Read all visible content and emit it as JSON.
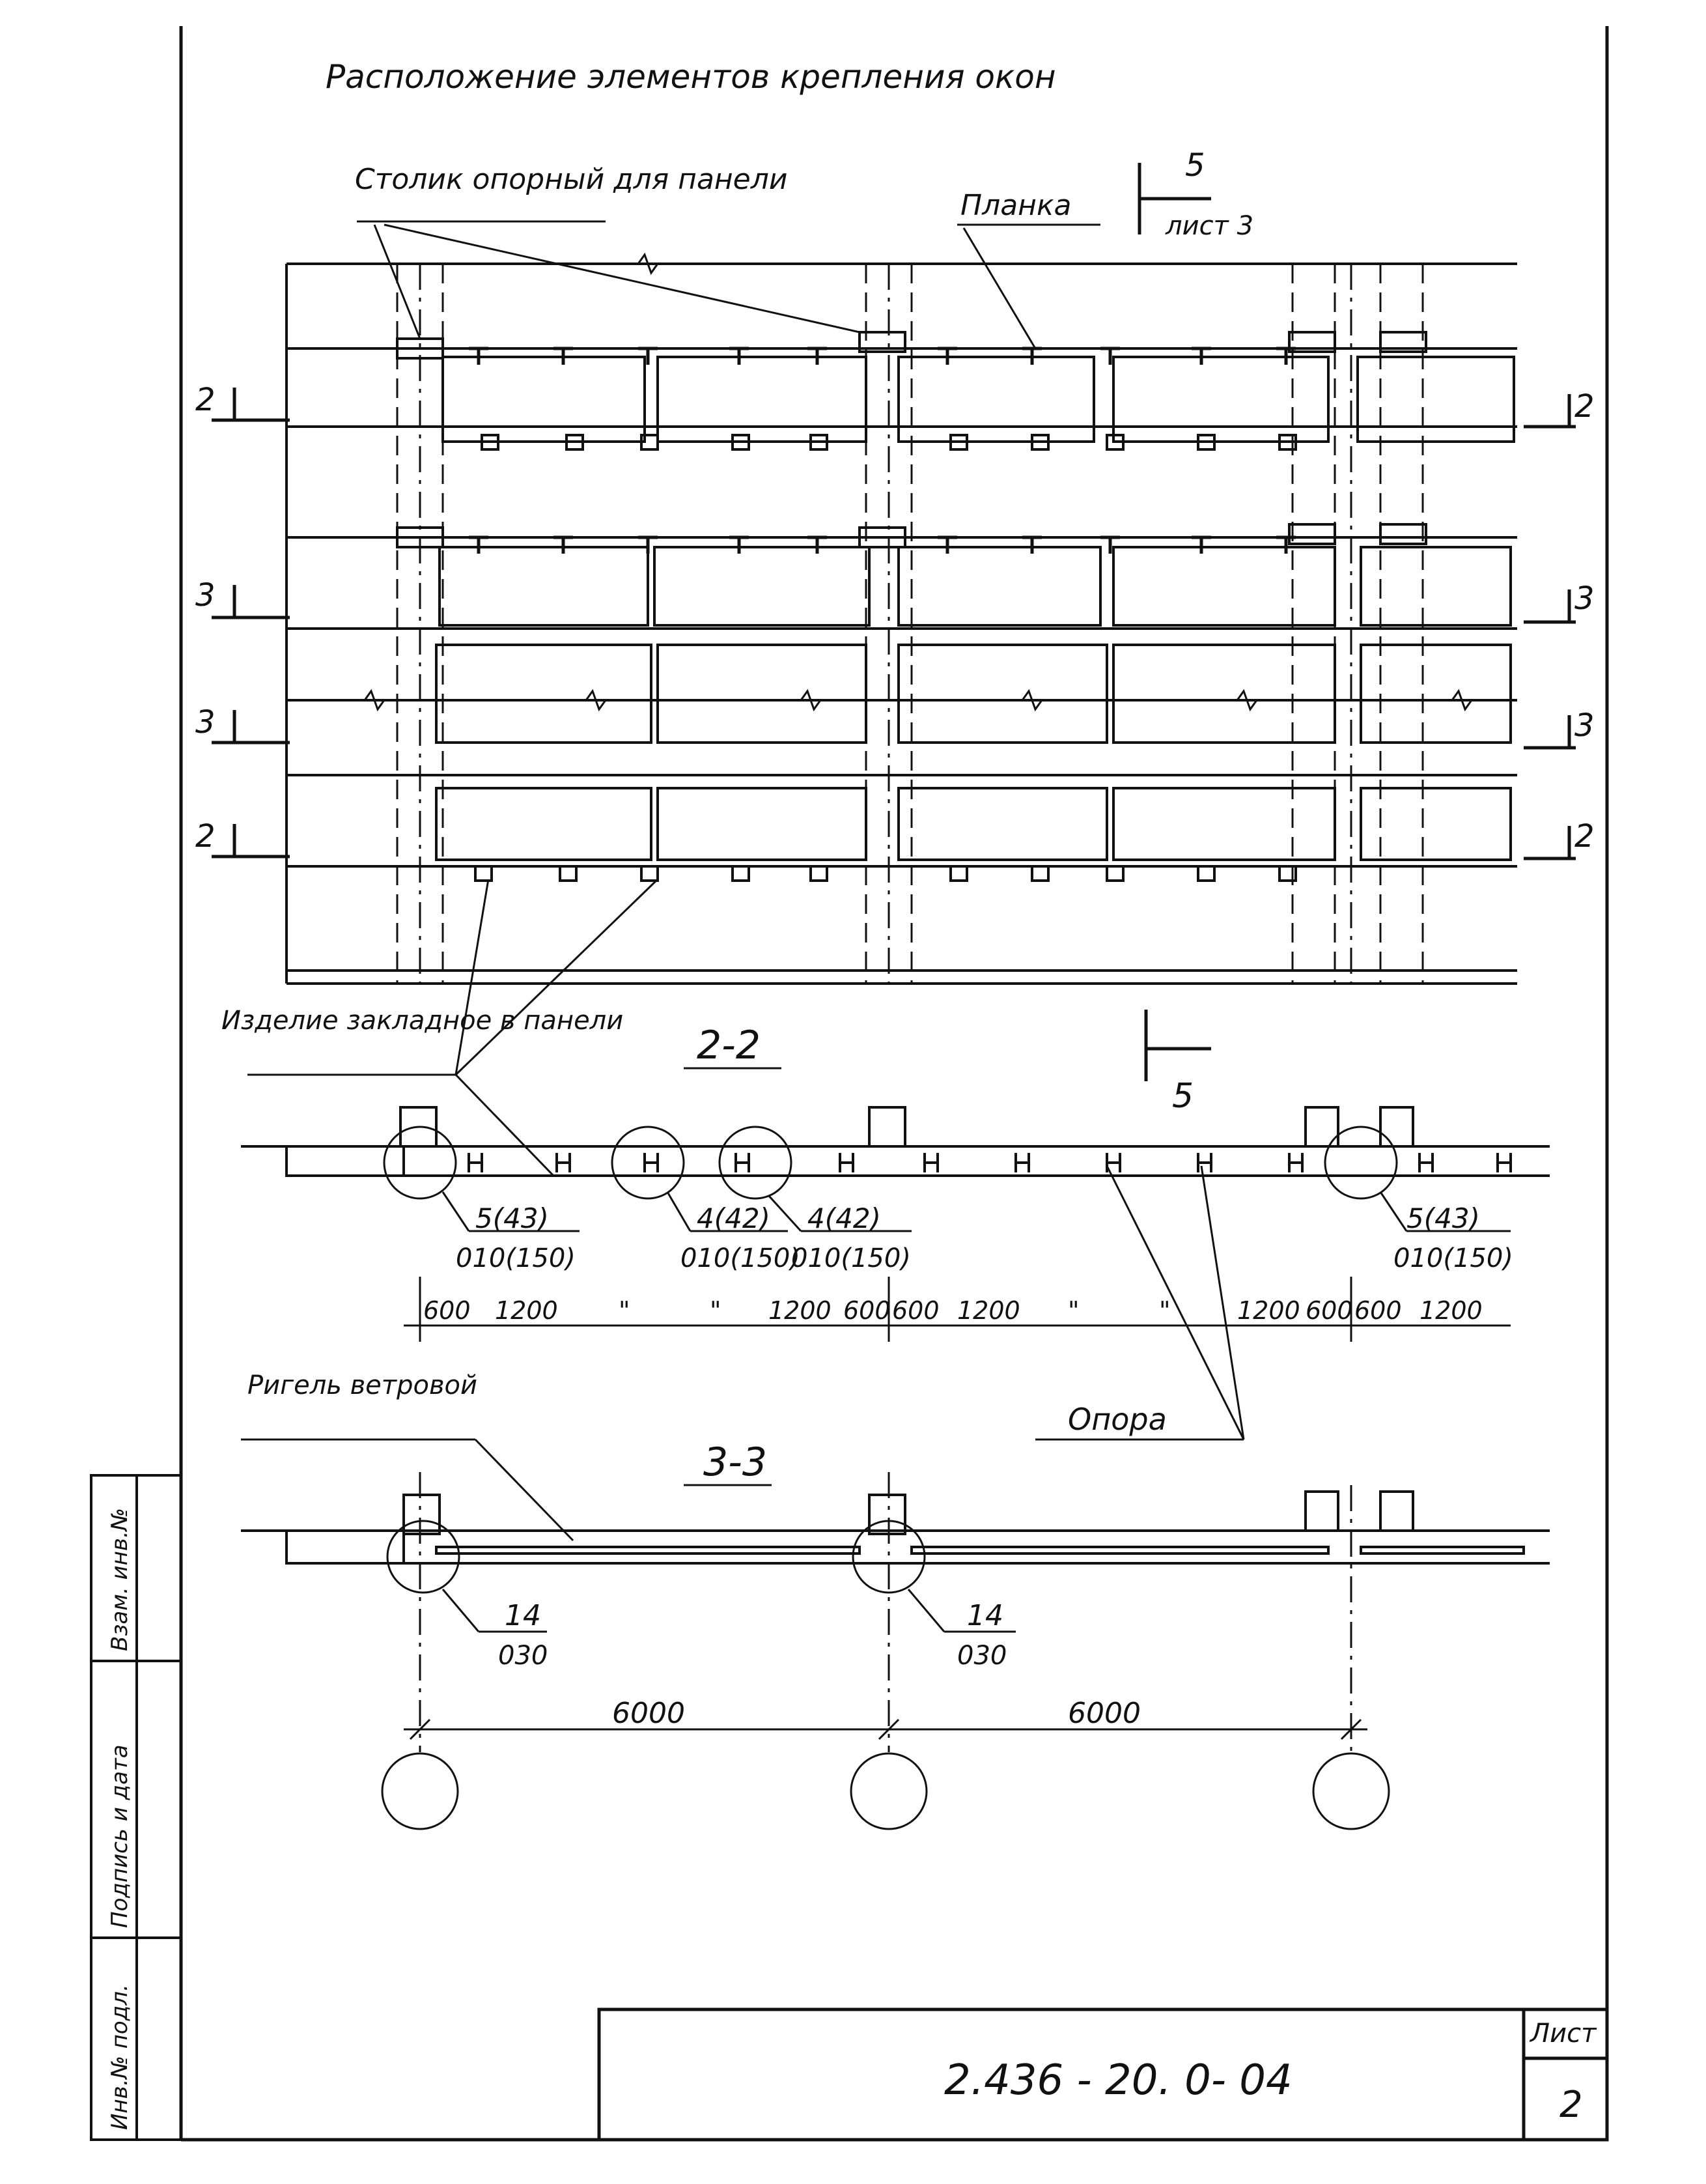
{
  "title": "Расположение элементов крепления окон",
  "callouts": {
    "support_table": "Столик опорный для панели",
    "strip": "Планка",
    "embedded_part": "Изделие закладное в панели",
    "wind_girder": "Ригель ветровой",
    "support": "Опора"
  },
  "section_marks": {
    "left": [
      "2",
      "3",
      "3",
      "2"
    ],
    "right": [
      "2",
      "3",
      "3",
      "2"
    ],
    "top_ref_num": "5",
    "top_ref_sheet": "лист 3",
    "bottom_ref_num": "5"
  },
  "section_2_2": {
    "title": "2-2",
    "nodes": [
      {
        "pos": "5(43)",
        "ref": "010(150)"
      },
      {
        "pos": "4(42)",
        "ref": "010(150)"
      },
      {
        "pos": "4(42)",
        "ref": "010(150)"
      },
      {
        "pos": "5(43)",
        "ref": "010(150)"
      }
    ],
    "dims": [
      "600",
      "1200",
      "\"",
      "\"",
      "1200",
      "600",
      "600",
      "1200",
      "\"",
      "\"",
      "1200",
      "600",
      "600",
      "1200"
    ]
  },
  "section_3_3": {
    "title": "3-3",
    "nodes": [
      {
        "pos": "14",
        "ref": "030"
      },
      {
        "pos": "14",
        "ref": "030"
      }
    ],
    "dims": [
      "6000",
      "6000"
    ]
  },
  "stamp": {
    "doc_code": "2.436 - 20. 0- 04",
    "sheet_label": "Лист",
    "sheet_number": "2"
  },
  "side_stamp": [
    "Инв.№ подл.",
    "Подпись и дата",
    "Взам. инв.№"
  ]
}
